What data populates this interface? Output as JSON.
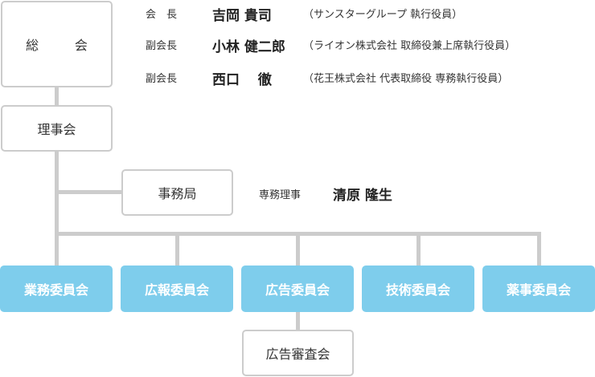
{
  "boxes": {
    "general_meeting": "総　会",
    "board": "理事会",
    "secretariat": "事務局",
    "review": "広告審査会"
  },
  "officers": [
    {
      "role": "会　長",
      "name": "吉岡 貴司",
      "affiliation": "（サンスターグループ 執行役員）"
    },
    {
      "role": "副会長",
      "name": "小林 健二郎",
      "affiliation": "（ライオン株式会社 取締役兼上席執行役員）"
    },
    {
      "role": "副会長",
      "name": "西口　 徹",
      "affiliation": "（花王株式会社 代表取締役 専務執行役員）"
    }
  ],
  "secretariat_head": {
    "role": "専務理事",
    "name": "清原 隆生"
  },
  "committees": [
    "業務委員会",
    "広報委員会",
    "広告委員会",
    "技術委員会",
    "薬事委員会"
  ],
  "colors": {
    "committee": "#7ecdec",
    "line": "#cccccc",
    "border": "#cccccc"
  }
}
